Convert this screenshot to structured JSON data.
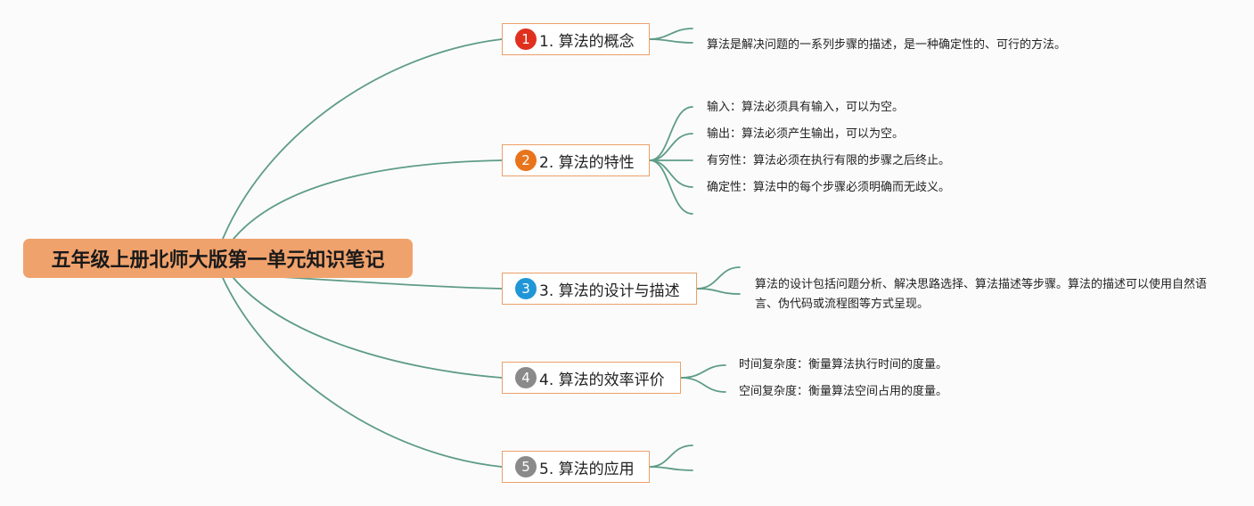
{
  "root": {
    "label": "五年级上册北师大版第一单元知识笔记"
  },
  "colors": {
    "link": "#5e9c86",
    "branch_border": "#eaa06a",
    "root_fill": "#f0a26c"
  },
  "branches": [
    {
      "number": "1",
      "label": "1. 算法的概念",
      "badge_color": "#e0301e",
      "leaves": [
        "算法是解决问题的一系列步骤的描述，是一种确定性的、可行的方法。"
      ]
    },
    {
      "number": "2",
      "label": "2. 算法的特性",
      "badge_color": "#e8741c",
      "leaves": [
        "输入：算法必须具有输入，可以为空。",
        "输出：算法必须产生输出，可以为空。",
        "有穷性：算法必须在执行有限的步骤之后终止。",
        "确定性：算法中的每个步骤必须明确而无歧义。"
      ]
    },
    {
      "number": "3",
      "label": "3. 算法的设计与描述",
      "badge_color": "#2196d6",
      "leaves": [
        "算法的设计包括问题分析、解决思路选择、算法描述等步骤。算法的描述可以使用自然语言、伪代码或流程图等方式呈现。"
      ]
    },
    {
      "number": "4",
      "label": "4. 算法的效率评价",
      "badge_color": "#8a8a8a",
      "leaves": [
        "时间复杂度：衡量算法执行时间的度量。",
        "空间复杂度：衡量算法空间占用的度量。"
      ]
    },
    {
      "number": "5",
      "label": "5. 算法的应用",
      "badge_color": "#8a8a8a",
      "leaves": []
    }
  ]
}
